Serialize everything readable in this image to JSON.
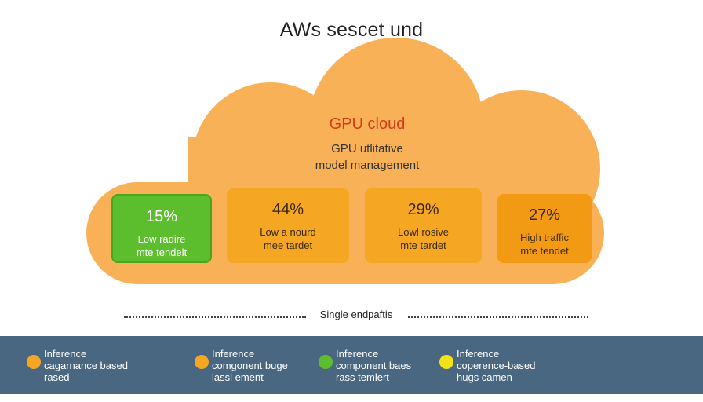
{
  "title": "AWs sescet und",
  "cloud": {
    "title": "GPU cloud",
    "subtitle_line1": "GPU utlitative",
    "subtitle_line2": "model management",
    "fill_color": "#f9b158"
  },
  "cards": [
    {
      "percent": "15%",
      "line1": "Low radire",
      "line2": "mte tendelt",
      "color": "#5dbe2d"
    },
    {
      "percent": "44%",
      "line1": "Low a nourd",
      "line2": "mee tardet",
      "color": "#f5a623"
    },
    {
      "percent": "29%",
      "line1": "Lowl rosive",
      "line2": "mte tardet",
      "color": "#f5a623"
    },
    {
      "percent": "27%",
      "line1": "High traffic",
      "line2": "mte tendet",
      "color": "#f39a14"
    }
  ],
  "divider_label": "Single endpaftis",
  "legend": [
    {
      "line1": "Inference",
      "line2": "cagarnance based",
      "line3": "rased",
      "color": "#f5a623",
      "icon": "orange-dot-icon"
    },
    {
      "line1": "Inference",
      "line2": "comgonent buge",
      "line3": "lassi ement",
      "color": "#f5a623",
      "icon": "orange-dot-icon"
    },
    {
      "line1": "Inference",
      "line2": "component baes",
      "line3": "rass temlert",
      "color": "#5dbe2d",
      "icon": "green-dot-icon"
    },
    {
      "line1": "Inference",
      "line2": "coperence-based",
      "line3": "hugs camen",
      "color": "#f2e21a",
      "icon": "yellow-dot-icon"
    }
  ],
  "colors": {
    "band": "#4a6782",
    "title_red": "#d23a1c"
  }
}
